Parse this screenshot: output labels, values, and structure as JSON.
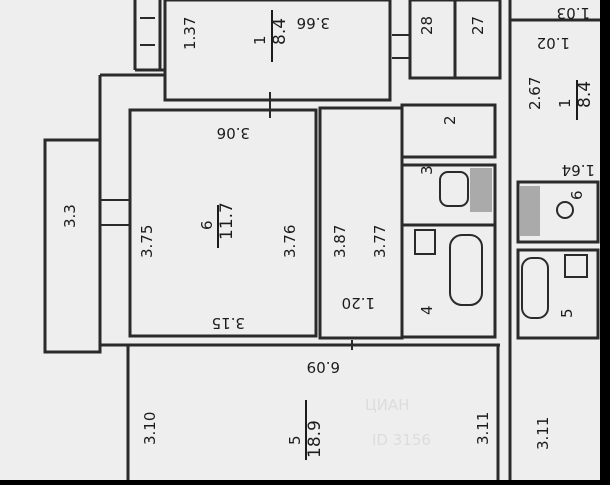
{
  "rooms": {
    "top_center": {
      "num": "1",
      "area": "8.4",
      "width": "3.66",
      "depth": "1.37"
    },
    "top_strip_a": {
      "dim": "28"
    },
    "top_strip_b": {
      "dim": "27"
    },
    "top_right": {
      "top_dim": "1.03",
      "width": "1.02",
      "depth": "2.67",
      "num": "1",
      "area": "8.4",
      "small_dim": "1.64"
    },
    "room6": {
      "num": "6",
      "area": "11.7",
      "top": "3.06",
      "left": "3.75",
      "right": "3.76",
      "bottom": "3.15"
    },
    "corridor": {
      "height": "3.87",
      "inner": "3.77",
      "bottom": "1.20"
    },
    "small2": {
      "num": "2"
    },
    "small3": {
      "num": "3"
    },
    "small4": {
      "num": "4"
    },
    "right_bath6": {
      "num": "6"
    },
    "right_bath5": {
      "num": "5"
    },
    "balcony": {
      "len": "3.3"
    },
    "room5": {
      "num": "5",
      "area": "18.9",
      "width": "6.09",
      "left": "3.10",
      "right": "3.11"
    },
    "right_lower": {
      "dim": "3.11"
    }
  },
  "watermark": {
    "brand": "ЦИАН",
    "id": "ID 3156"
  },
  "colors": {
    "paper": "#eeeeee",
    "wall": "#2a2a2a",
    "frame": "#000000"
  }
}
